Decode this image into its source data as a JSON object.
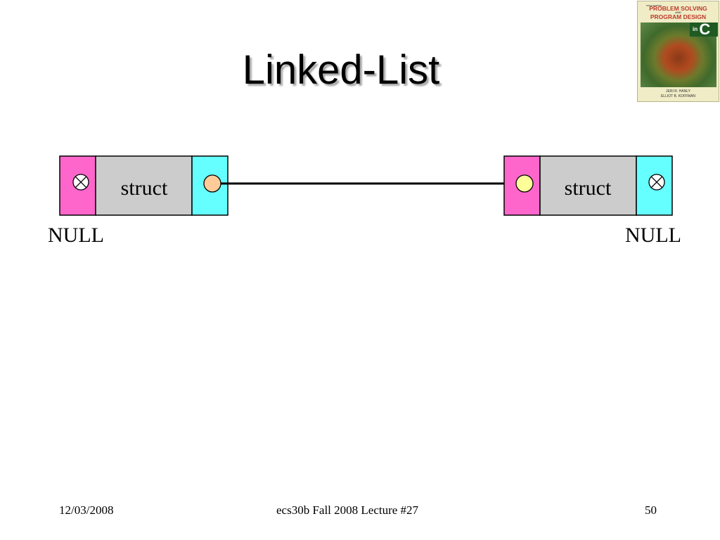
{
  "slide": {
    "title": "Linked-List"
  },
  "book": {
    "edition": "SIXTH EDITION",
    "title_line1": "PROBLEM SOLVING",
    "title_and": "AND",
    "title_line2": "PROGRAM DESIGN",
    "in_label": "in",
    "language": "C",
    "author1": "JERI R. HANLY",
    "author2": "ELLIOT B. KOFFMAN"
  },
  "diagram": {
    "nodes": [
      {
        "label": "struct",
        "prev_null_mark": true,
        "next_pointer": true
      },
      {
        "label": "struct",
        "prev_pointer": true,
        "next_null_mark": true
      }
    ],
    "null_left": "NULL",
    "null_right": "NULL",
    "colors": {
      "pointer_cell_prev": "#ff66cc",
      "data_cell": "#cccccc",
      "pointer_cell_next": "#66ffff",
      "source_dot": "#ffcc99",
      "target_dot": "#ffff99",
      "arrow": "#000000"
    }
  },
  "footer": {
    "date": "12/03/2008",
    "course": "ecs30b Fall 2008 Lecture #27",
    "page": "50"
  }
}
